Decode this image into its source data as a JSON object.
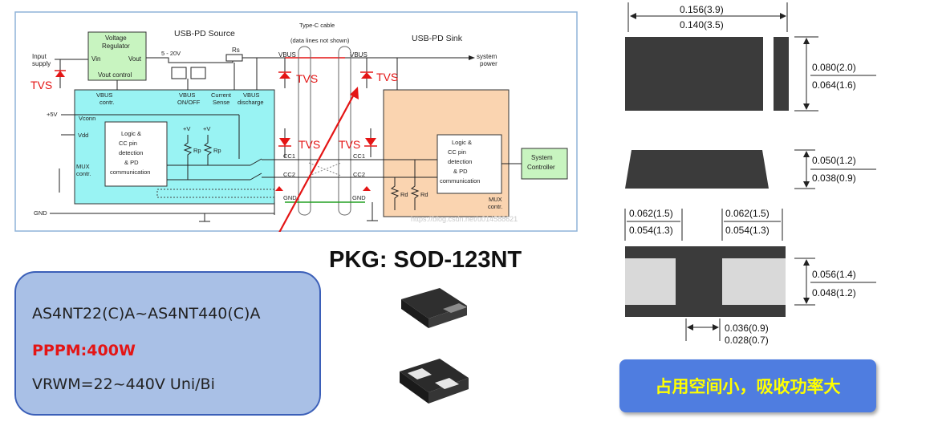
{
  "schematic": {
    "source_title": "USB-PD Source",
    "cable_title_1": "Type-C cable",
    "cable_title_2": "(data lines not shown)",
    "sink_title": "USB-PD Sink",
    "input_supply_1": "Input",
    "input_supply_2": "supply",
    "vreg_1": "Voltage",
    "vreg_2": "Regulator",
    "vin": "Vin",
    "vout": "Vout",
    "vout_control": "Vout control",
    "v_range": "5 - 20V",
    "rs": "Rs",
    "vbus": "VBUS",
    "system_power_1": "system",
    "system_power_2": "power",
    "tvs": "TVS",
    "vbus_contr_1": "VBUS",
    "vbus_contr_2": "contr.",
    "vbus_onoff_1": "VBUS",
    "vbus_onoff_2": "ON/OFF",
    "current_sense_1": "Current",
    "current_sense_2": "Sense",
    "vbus_discharge_1": "VBUS",
    "vbus_discharge_2": "discharge",
    "plus5v": "+5V",
    "vconn": "Vconn",
    "vdd": "Vdd",
    "mux_1": "MUX",
    "mux_2": "contr.",
    "logic_1": "Logic &",
    "logic_2": "CC pin",
    "logic_3": "detection",
    "logic_4": "& PD",
    "logic_5": "communication",
    "plusv": "+V",
    "rp": "Rp",
    "rd": "Rd",
    "cc1": "CC1",
    "cc2": "CC2",
    "gnd": "GND",
    "system_controller_1": "System",
    "system_controller_2": "Controller",
    "watermark": "https://blog.csdn.net/u014588621"
  },
  "package": {
    "title": "PKG: SOD-123NT",
    "part_range": "AS4NT22(C)A~AS4NT440(C)A",
    "pppm": "PPPM:400W",
    "vrwm": "VRWM=22~440V Uni/Bi"
  },
  "dimensions": {
    "top_w_max": "0.156(3.9)",
    "top_w_min": "0.140(3.5)",
    "top_h_max": "0.080(2.0)",
    "top_h_min": "0.064(1.6)",
    "side_h_max": "0.050(1.2)",
    "side_h_min": "0.038(0.9)",
    "pad_left_max": "0.062(1.5)",
    "pad_left_min": "0.054(1.3)",
    "pad_right_max": "0.062(1.5)",
    "pad_right_min": "0.054(1.3)",
    "bot_h_max": "0.056(1.4)",
    "bot_h_min": "0.048(1.2)",
    "gap_max": "0.036(0.9)",
    "gap_min": "0.028(0.7)"
  },
  "banner": "占用空间小，吸收功率大",
  "colors": {
    "source_fill": "#99f3f3",
    "sink_fill": "#fad4b0",
    "tvs_red": "#e41515",
    "info_box": "#a9c0e6",
    "banner": "#4f7de0",
    "banner_text": "#ffff00",
    "package_body": "#3b3b3b",
    "pad_gray": "#d9d9d9"
  }
}
